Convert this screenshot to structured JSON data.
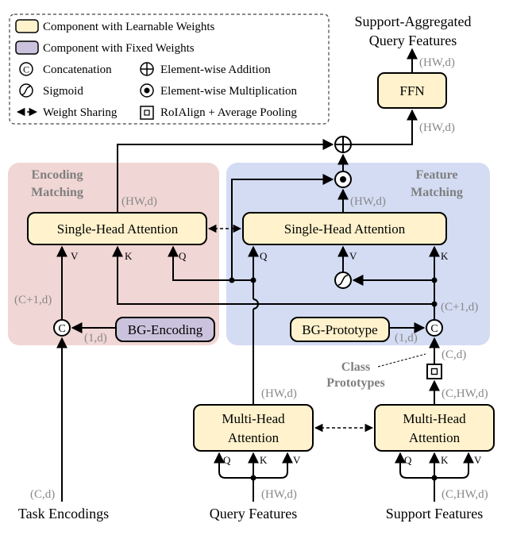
{
  "legend": {
    "learnable": "Component with Learnable Weights",
    "fixed": "Component with Fixed Weights",
    "concat": "Concatenation",
    "add": "Element-wise Addition",
    "sigmoid": "Sigmoid",
    "mult": "Element-wise Multiplication",
    "weight_sharing": "Weight Sharing",
    "roialign": "RoIAlign + Average Pooling"
  },
  "sections": {
    "encoding_1": "Encoding",
    "encoding_2": "Matching",
    "feature_1": "Feature",
    "feature_2": "Matching"
  },
  "boxes": {
    "ffn": "FFN",
    "sha_left": "Single-Head Attention",
    "sha_right": "Single-Head Attention",
    "bg_encoding": "BG-Encoding",
    "bg_prototype": "BG-Prototype",
    "mha_left_1": "Multi-Head",
    "mha_left_2": "Attention",
    "mha_right_1": "Multi-Head",
    "mha_right_2": "Attention"
  },
  "io": {
    "output_1": "Support-Aggregated",
    "output_2": "Query Features",
    "task": "Task Encodings",
    "query": "Query Features",
    "support": "Support Features"
  },
  "dims": {
    "out": "(HW,d)",
    "ffn_in": "(HW,d)",
    "enc_out": "(HW,d)",
    "mult_in": "(HW,d)",
    "c1d_left": "(C+1,d)",
    "c1d_right": "(C+1,d)",
    "one_d_left": "(1,d)",
    "one_d_right": "(1,d)",
    "cd_proto": "(C,d)",
    "mha_left_out": "(HW,d)",
    "mha_right_out": "(C,HW,d)",
    "task_in": "(C,d)",
    "query_in": "(HW,d)",
    "support_in": "(C,HW,d)"
  },
  "ports": {
    "q": "Q",
    "k": "K",
    "v": "V"
  },
  "symbols": {
    "concat": "C"
  },
  "class_prototypes": {
    "line1": "Class",
    "line2": "Prototypes"
  },
  "colors": {
    "learnable_fill": "#fff2cc",
    "fixed_fill": "#cbc3dd",
    "encoding_bg": "#f0d6d4",
    "feature_bg": "#d3dcf3"
  }
}
